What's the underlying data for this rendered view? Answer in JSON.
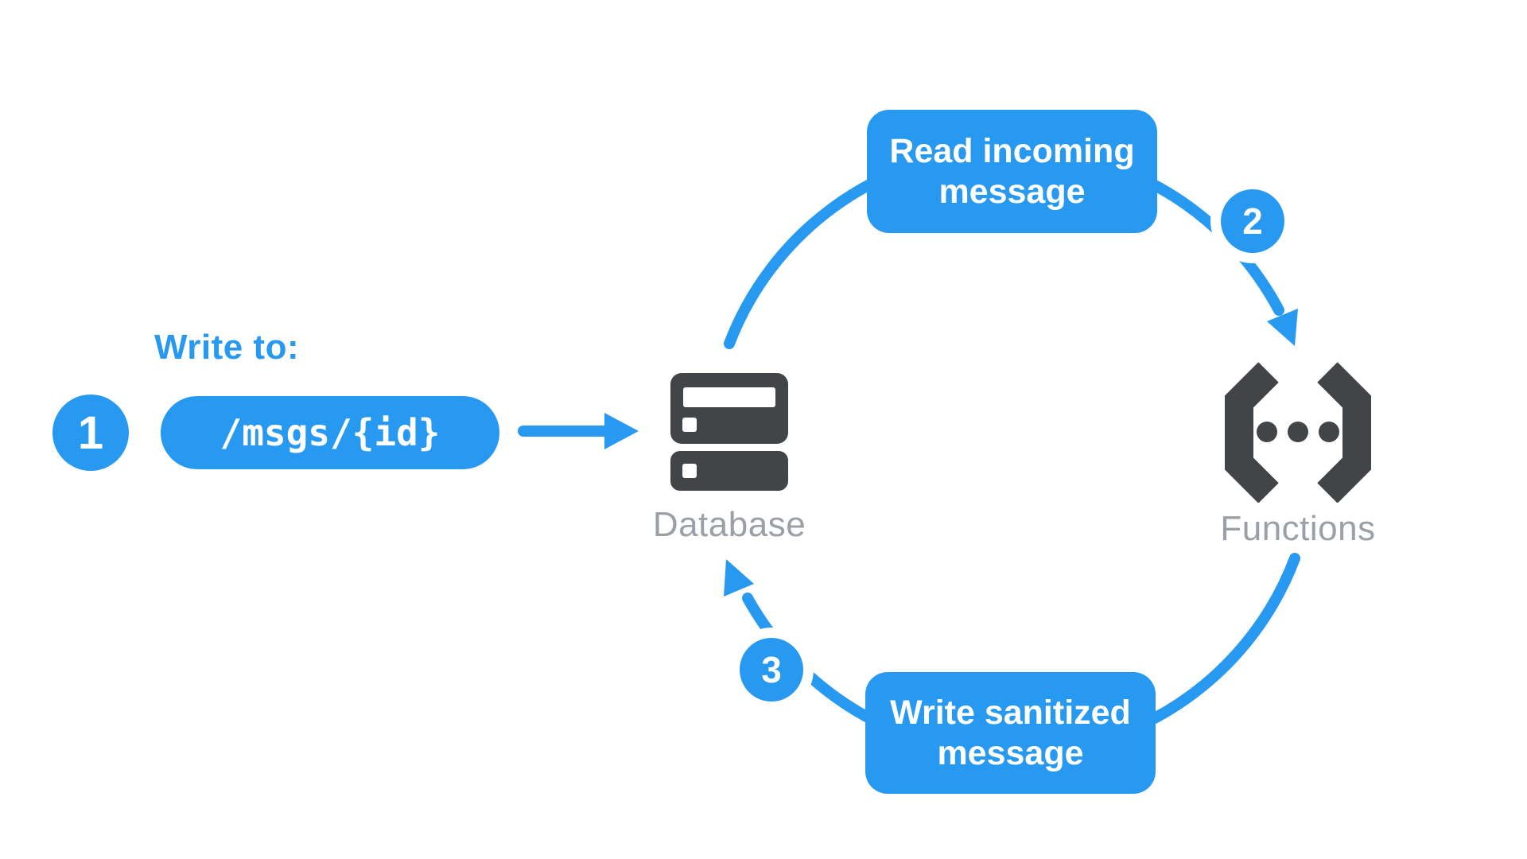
{
  "colors": {
    "accent_blue": "#2899f0",
    "icon_dark": "#424548",
    "label_gray": "#9aa0a6"
  },
  "step1": {
    "number": "1",
    "heading": "Write to:",
    "path_label": "/msgs/{id}"
  },
  "nodes": {
    "database": {
      "label": "Database",
      "icon": "server-stack-icon"
    },
    "functions": {
      "label": "Functions",
      "icon": "code-brackets-icon"
    }
  },
  "steps": {
    "read": {
      "number": "2",
      "lines": [
        "Read incoming",
        "message"
      ]
    },
    "write": {
      "number": "3",
      "lines": [
        "Write sanitized",
        "message"
      ]
    }
  }
}
